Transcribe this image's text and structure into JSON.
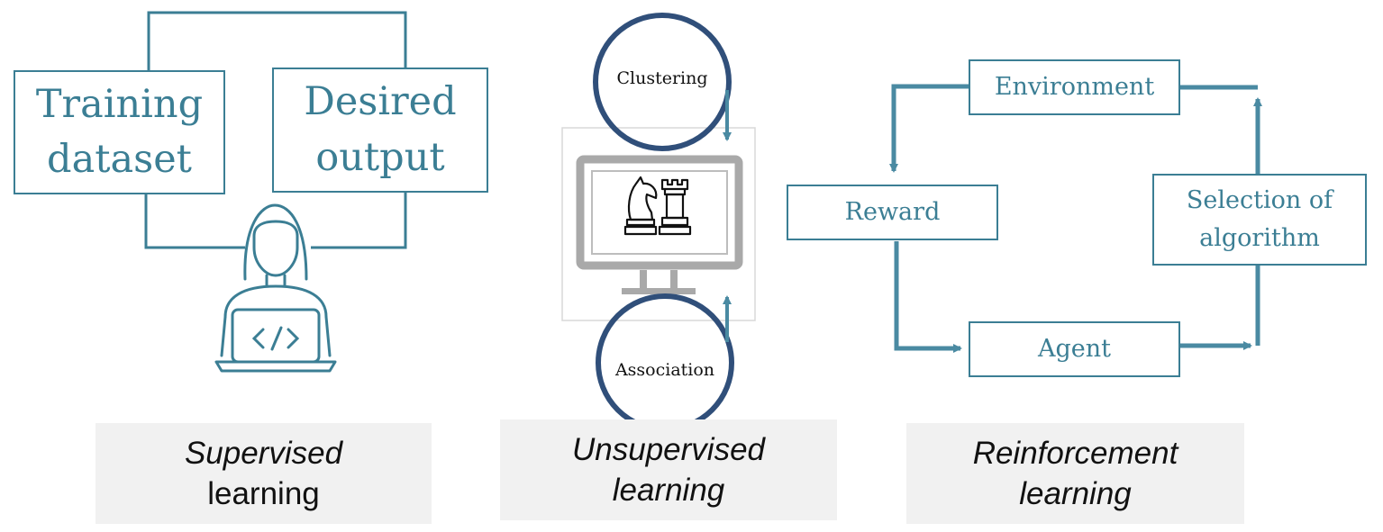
{
  "supervised": {
    "training_label": "Training\ndataset",
    "desired_label": "Desired\noutput",
    "caption_line1": "Supervised",
    "caption_line2": "learning"
  },
  "unsupervised": {
    "clustering_label": "Clustering",
    "association_label": "Association",
    "caption_line1": "Unsupervised",
    "caption_line2": "learning"
  },
  "reinforcement": {
    "environment_label": "Environment",
    "reward_label": "Reward",
    "selection_label": "Selection of\nalgorithm",
    "agent_label": "Agent",
    "caption_line1": "Reinforcement",
    "caption_line2": "learning"
  },
  "colors": {
    "teal": "#3b7e94",
    "arrow": "#4a8aa2",
    "circle": "#304f7a",
    "caption_bg": "#f1f1f1"
  },
  "icons": [
    "person-laptop-icon",
    "code-icon",
    "monitor-icon",
    "chess-knight-icon",
    "chess-rook-icon"
  ]
}
